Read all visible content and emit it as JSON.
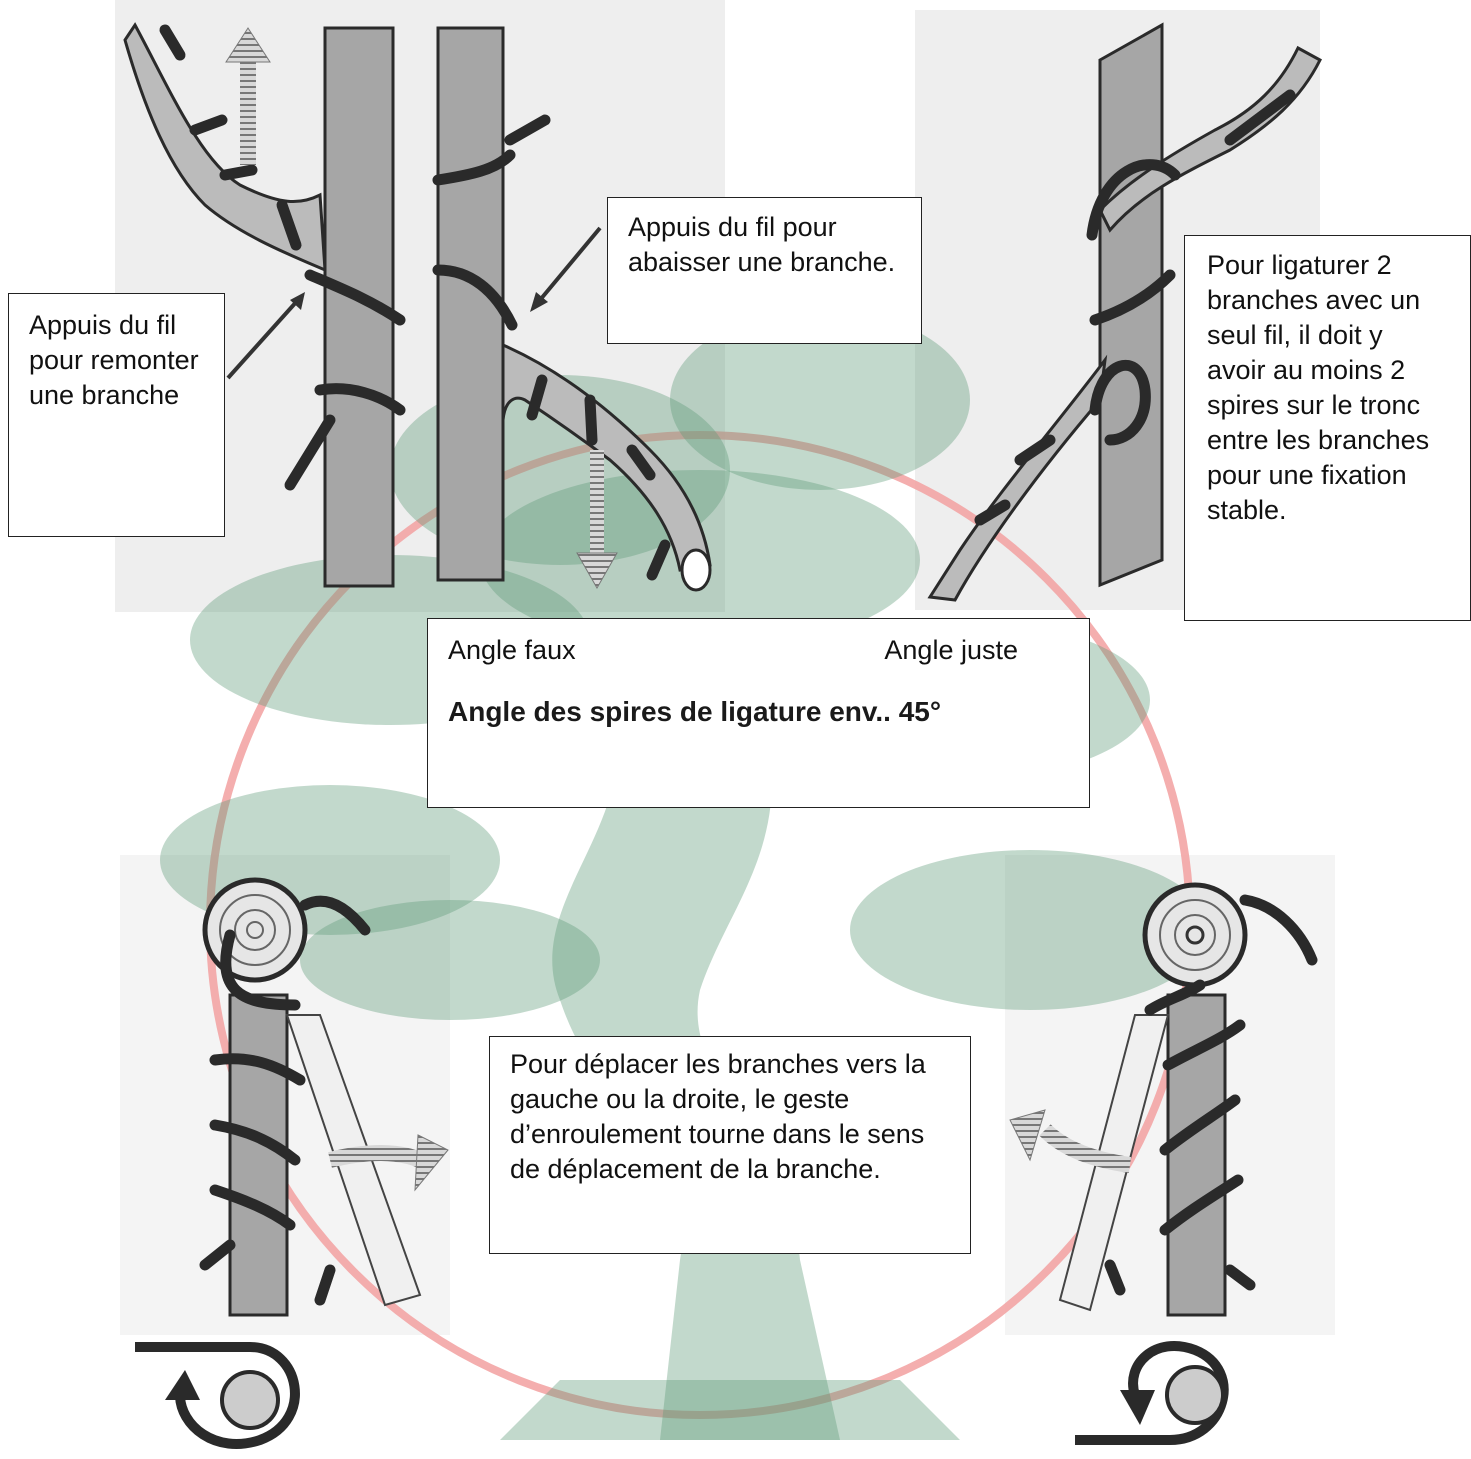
{
  "labels": {
    "raise_branch": "Appuis du fil pour remonter une branche",
    "lower_branch": "Appuis du fil pour abaisser une branche.",
    "two_branches": "Pour ligaturer 2 branches avec un seul fil, il doit y avoir au moins 2 spires sur le tronc entre les branches pour une fixation stable.",
    "angle_false": "Angle faux",
    "angle_right": "Angle juste",
    "angle_title": "Angle des spires de ligature env.. 45°",
    "move_branches": "Pour déplacer les branches vers la gauche ou la droite, le geste d’enroulement tourne dans le sens de déplacement de la branche."
  },
  "icons": {
    "watermark": "bonsai-tree-watermark",
    "ring": "red-circle",
    "up_arrow": "arrow-up-icon",
    "down_arrow": "arrow-down-icon",
    "rotate_ccw": "rotate-counterclockwise-icon",
    "rotate_cw": "rotate-clockwise-icon"
  },
  "colors": {
    "ring": "#f2a0a0",
    "watermark": "#5f9b78",
    "trunk": "#a6a6a6",
    "wire": "#2a2a2a"
  }
}
